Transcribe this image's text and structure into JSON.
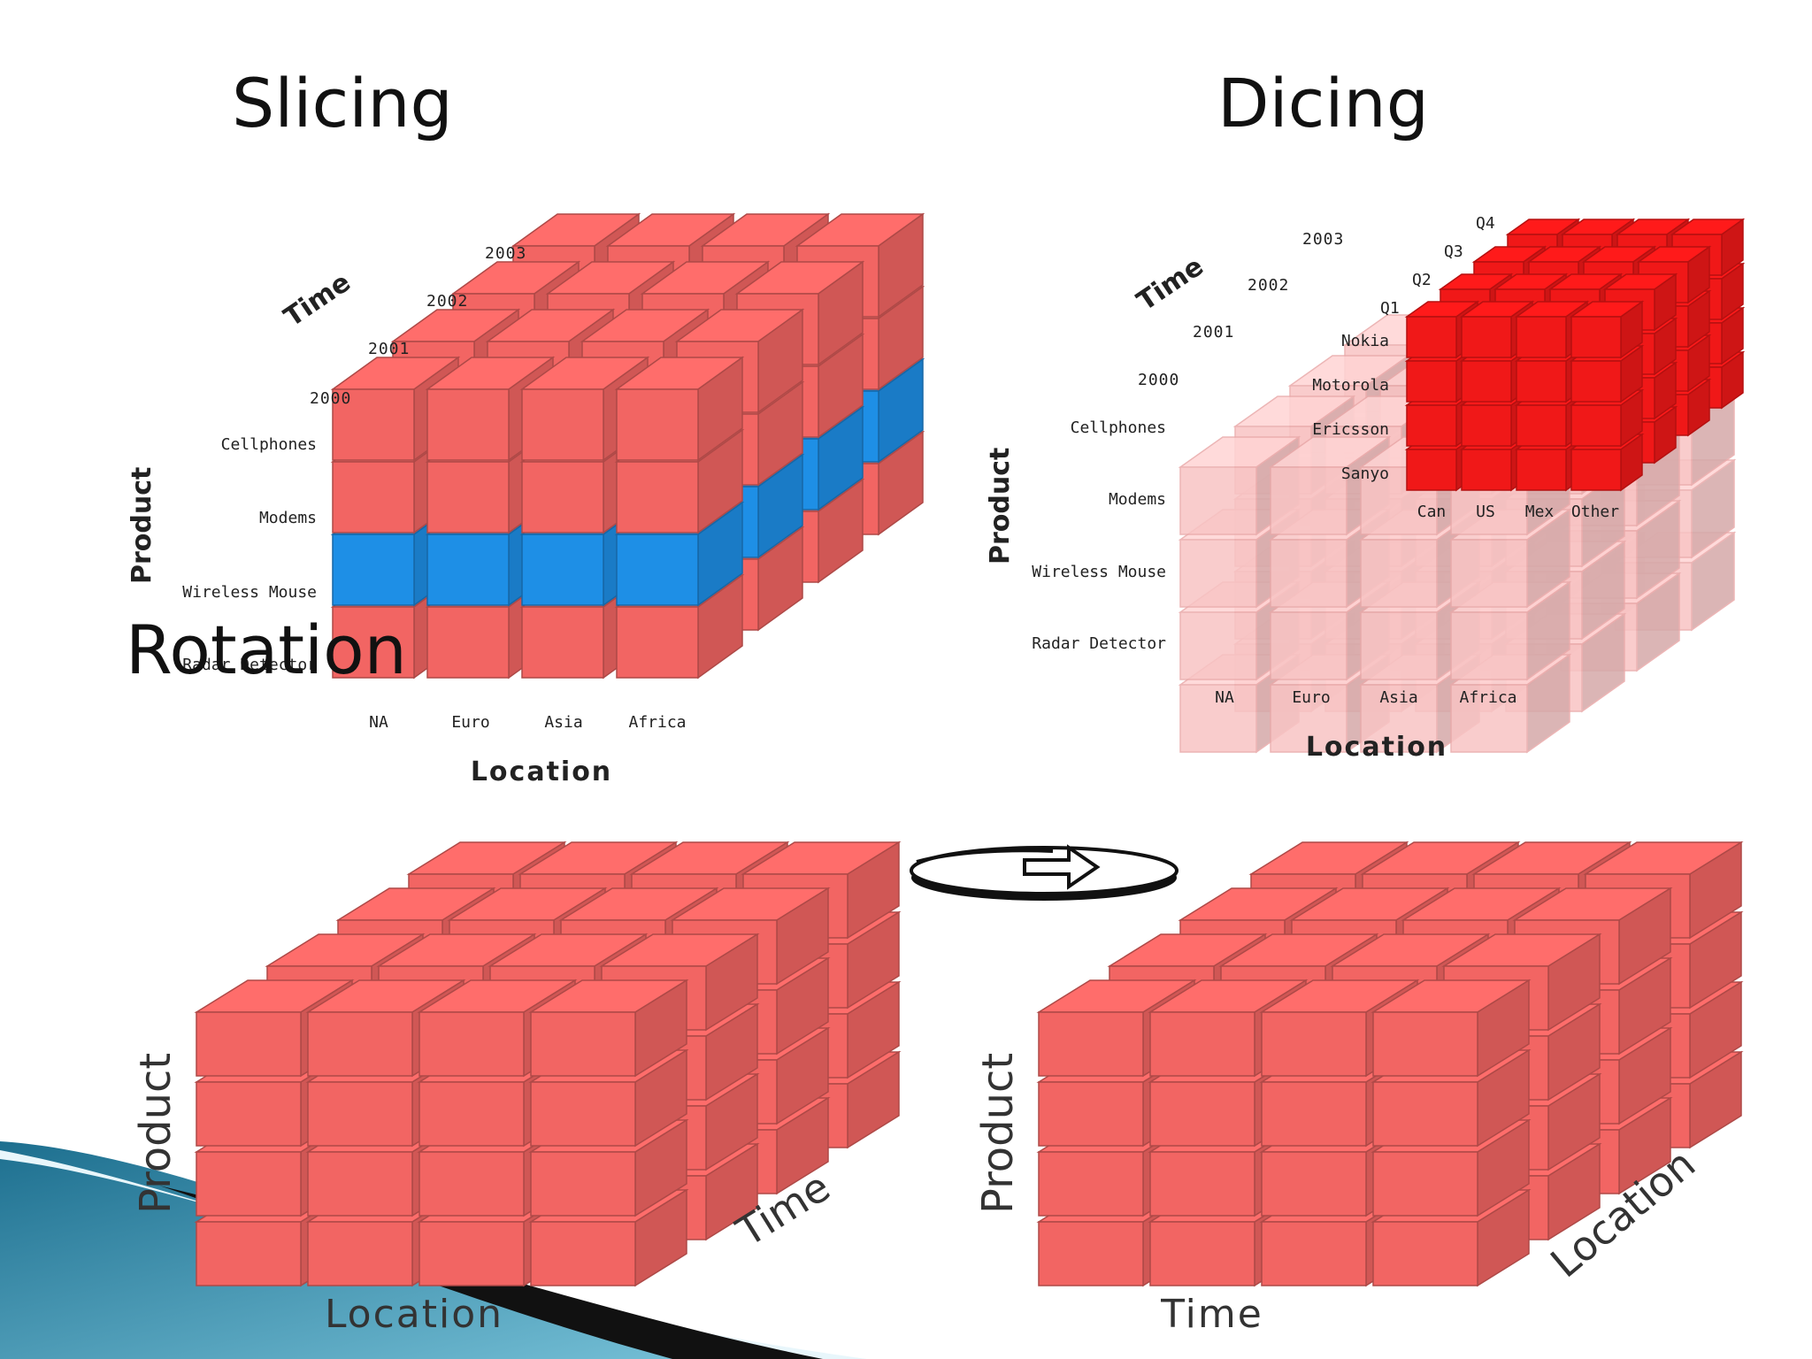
{
  "slide": {
    "slicing_title": "Slicing",
    "dicing_title": "Dicing",
    "rotation_title": "Rotation"
  },
  "colors": {
    "cube_red": "#f26563",
    "cube_red_dark": "#c94a49",
    "slice_blue": "#1e8fe6",
    "dice_red": "#f01818",
    "faded_red": "#f8c4c4",
    "accent_teal": "#2e8fb4"
  },
  "slicing": {
    "time_axis": "Time",
    "product_axis": "Product",
    "location_axis": "Location",
    "years": [
      "2003",
      "2002",
      "2001",
      "2000"
    ],
    "products": [
      "Cellphones",
      "Modems",
      "Wireless Mouse",
      "Radar Detector"
    ],
    "locations": [
      "NA",
      "Euro",
      "Asia",
      "Africa"
    ],
    "highlighted_product": "Wireless Mouse"
  },
  "dicing": {
    "time_axis": "Time",
    "product_axis": "Product",
    "location_axis": "Location",
    "years": [
      "2003",
      "2002",
      "2001",
      "2000"
    ],
    "quarters": [
      "Q4",
      "Q3",
      "Q2",
      "Q1"
    ],
    "products": [
      "Cellphones",
      "Modems",
      "Wireless Mouse",
      "Radar Detector"
    ],
    "sub_products": [
      "Nokia",
      "Motorola",
      "Ericsson",
      "Sanyo"
    ],
    "locations": [
      "NA",
      "Euro",
      "Asia",
      "Africa"
    ],
    "sub_locations": [
      "Can",
      "US",
      "Mex",
      "Other"
    ]
  },
  "rotation": {
    "left": {
      "vertical_axis": "Product",
      "bottom_axis": "Location",
      "depth_axis": "Time"
    },
    "right": {
      "vertical_axis": "Product",
      "bottom_axis": "Time",
      "depth_axis": "Location"
    },
    "rotate_icon": "rotate-arrow-icon"
  }
}
